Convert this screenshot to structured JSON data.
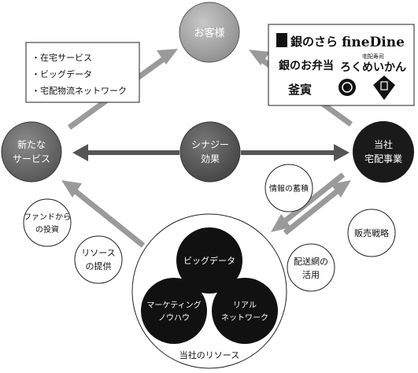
{
  "nodes": {
    "customer": "お客様",
    "new_services_l1": "新たな",
    "new_services_l2": "サービス",
    "synergy_l1": "シナジー",
    "synergy_l2": "効果",
    "company_l1": "当社",
    "company_l2": "宅配事業"
  },
  "service_list": [
    "・在宅サービス",
    "・ビッグデータ",
    "・宅配物流ネットワーク"
  ],
  "brands": {
    "ginnosara": "銀のさら",
    "finedine": "fineDine",
    "gin_no_obento": "銀のお弁当",
    "rokumeikan_sub": "宅配寿司",
    "rokumeikan": "ろくめいかん",
    "kamatora": "釜寅"
  },
  "labels": {
    "fund_l1": "ファンドから",
    "fund_l2": "の投資",
    "resource_l1": "リソース",
    "resource_l2": "の提供",
    "info_accum": "情報の蓄積",
    "sales_strategy": "販売戦略",
    "delivery_l1": "配送網の",
    "delivery_l2": "活用"
  },
  "resources": {
    "big_data": "ビッグデータ",
    "marketing_l1": "マーケティング",
    "marketing_l2": "ノウハウ",
    "real_l1": "リアル",
    "real_l2": "ネットワーク",
    "caption": "当社のリソース"
  },
  "colors": {
    "arrow": "#9a9a9a",
    "synergy_arrow": "#555555",
    "node_dark": "#1a1a1a",
    "node_mid": "#555555",
    "node_gray": "#7a7a7a",
    "node_light": "#b3b3b3"
  }
}
